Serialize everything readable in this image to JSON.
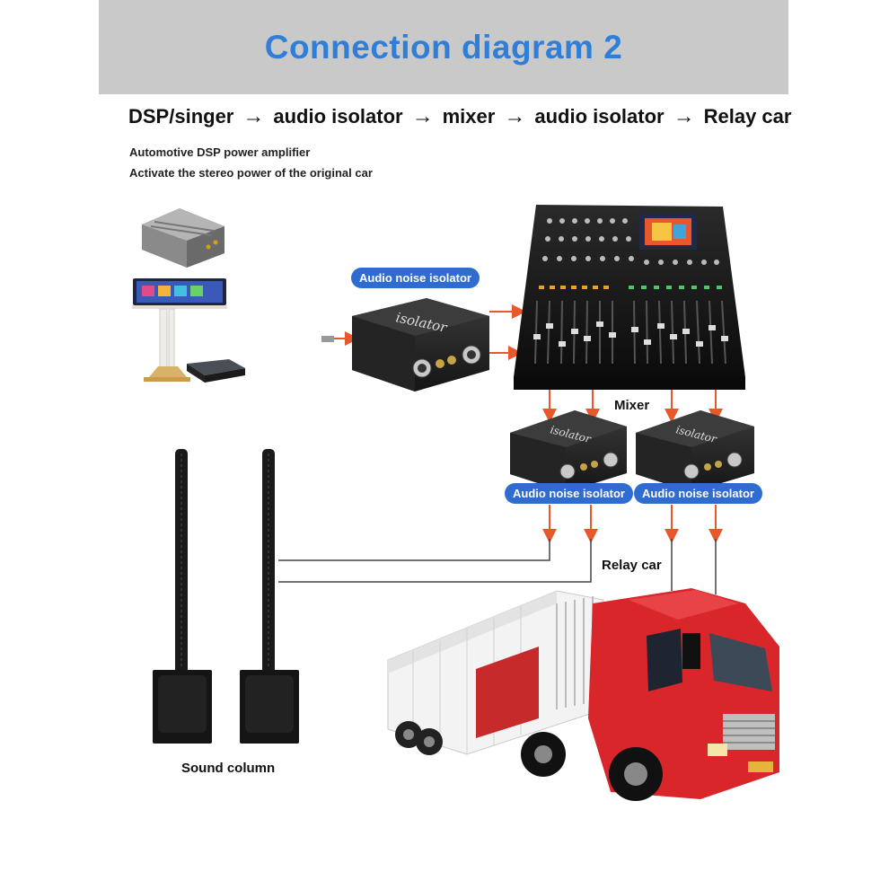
{
  "header": {
    "title": "Connection diagram 2"
  },
  "flow": {
    "steps": [
      "DSP/singer",
      "audio isolator",
      "mixer",
      "audio isolator",
      "Relay car"
    ],
    "arrow": "→"
  },
  "subtitle": {
    "line1": "Automotive DSP power amplifier",
    "line2": "Activate the stereo power of the original car"
  },
  "labels": {
    "isolator_top": "Audio noise isolator",
    "isolator_left": "Audio noise isolator",
    "isolator_right": "Audio noise isolator",
    "mixer": "Mixer",
    "relay_car": "Relay car",
    "sound_column": "Sound column"
  },
  "device_text": {
    "isolator_brand": "isolator",
    "mixer_screen": ""
  },
  "colors": {
    "title": "#2f7fd8",
    "pill": "#2e6ccf",
    "arrow": "#e8582a",
    "truck_cab": "#d9262b"
  }
}
